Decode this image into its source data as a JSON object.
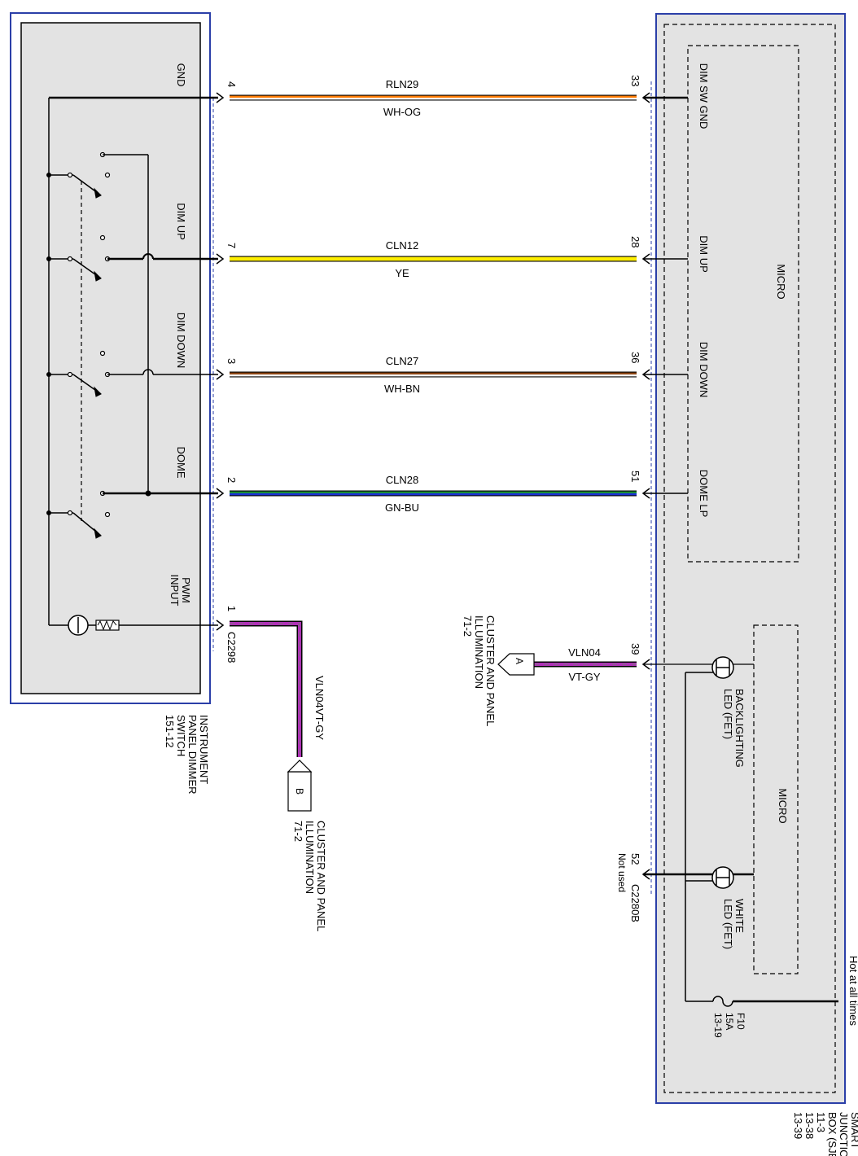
{
  "left_module": {
    "labels": {
      "gnd": "GND",
      "dim_up": "DIM UP",
      "dim_down": "DIM DOWN",
      "dome": "DOME",
      "pwm": [
        "PWM",
        "INPUT"
      ]
    },
    "caption": [
      "INSTRUMENT",
      "PANEL DIMMER",
      "SWITCH",
      "151-12"
    ]
  },
  "right_module": {
    "micro_top": "MICRO",
    "micro_bottom": "MICRO",
    "inner_labels": {
      "dim_sw_gnd": "DIM SW GND",
      "dim_up": "DIM UP",
      "dim_down": "DIM DOWN",
      "dome_lp": "DOME LP"
    },
    "led_backlighting": [
      "BACKLIGHTING",
      "LED (FET)"
    ],
    "led_white": [
      "WHITE",
      "LED (FET)"
    ],
    "fuse": [
      "F10",
      "15A",
      "13-19"
    ],
    "hot": "Hot at all times",
    "caption": [
      "SMART",
      "JUNCTION",
      "BOX (SJB)",
      "11-3",
      "13-38",
      "13-39"
    ]
  },
  "wires": [
    {
      "circuit": "RLN29",
      "color_code": "WH-OG",
      "pin_left": "4",
      "pin_right": "33",
      "colors": [
        "#ff7a00",
        "#ffffff"
      ]
    },
    {
      "circuit": "CLN12",
      "color_code": "YE",
      "pin_left": "7",
      "pin_right": "28",
      "colors": [
        "#ffee00",
        "#ffee00"
      ]
    },
    {
      "circuit": "CLN27",
      "color_code": "WH-BN",
      "pin_left": "3",
      "pin_right": "36",
      "colors": [
        "#8b4513",
        "#ffffff"
      ]
    },
    {
      "circuit": "CLN28",
      "color_code": "GN-BU",
      "pin_left": "2",
      "pin_right": "51",
      "colors": [
        "#1a8c3a",
        "#1a2fd6"
      ]
    }
  ],
  "pwm_wire": {
    "pin": "1",
    "connector": "C2298",
    "circuit": "VLN04",
    "color_code": "VT-GY",
    "tag": "B",
    "dest": [
      "CLUSTER AND PANEL",
      "ILLUMINATION",
      "71-2"
    ]
  },
  "backlight_wire": {
    "pin": "39",
    "circuit": "VLN04",
    "color_code": "VT-GY",
    "tag": "A",
    "dest": [
      "CLUSTER AND PANEL",
      "ILLUMINATION",
      "71-2"
    ]
  },
  "white_output": {
    "pin": "52",
    "connector": "C2280B",
    "note": "Not used"
  },
  "colors": {
    "module_fill": "#e3e3e3",
    "module_border": "#2b3fa8",
    "violet": "#b02fb8",
    "gray": "#777777"
  }
}
